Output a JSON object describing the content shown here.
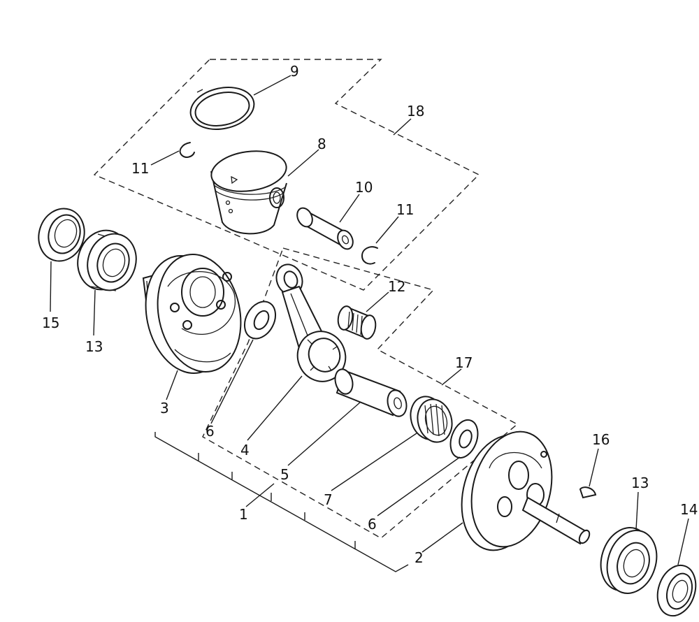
{
  "callouts": {
    "c1": "1",
    "c2": "2",
    "c3": "3",
    "c4": "4",
    "c5": "5",
    "c6a": "6",
    "c6b": "6",
    "c7": "7",
    "c8": "8",
    "c9": "9",
    "c10": "10",
    "c11a": "11",
    "c11b": "11",
    "c12": "12",
    "c13a": "13",
    "c13b": "13",
    "c14": "14",
    "c15": "15",
    "c16": "16",
    "c17": "17",
    "c18": "18"
  }
}
